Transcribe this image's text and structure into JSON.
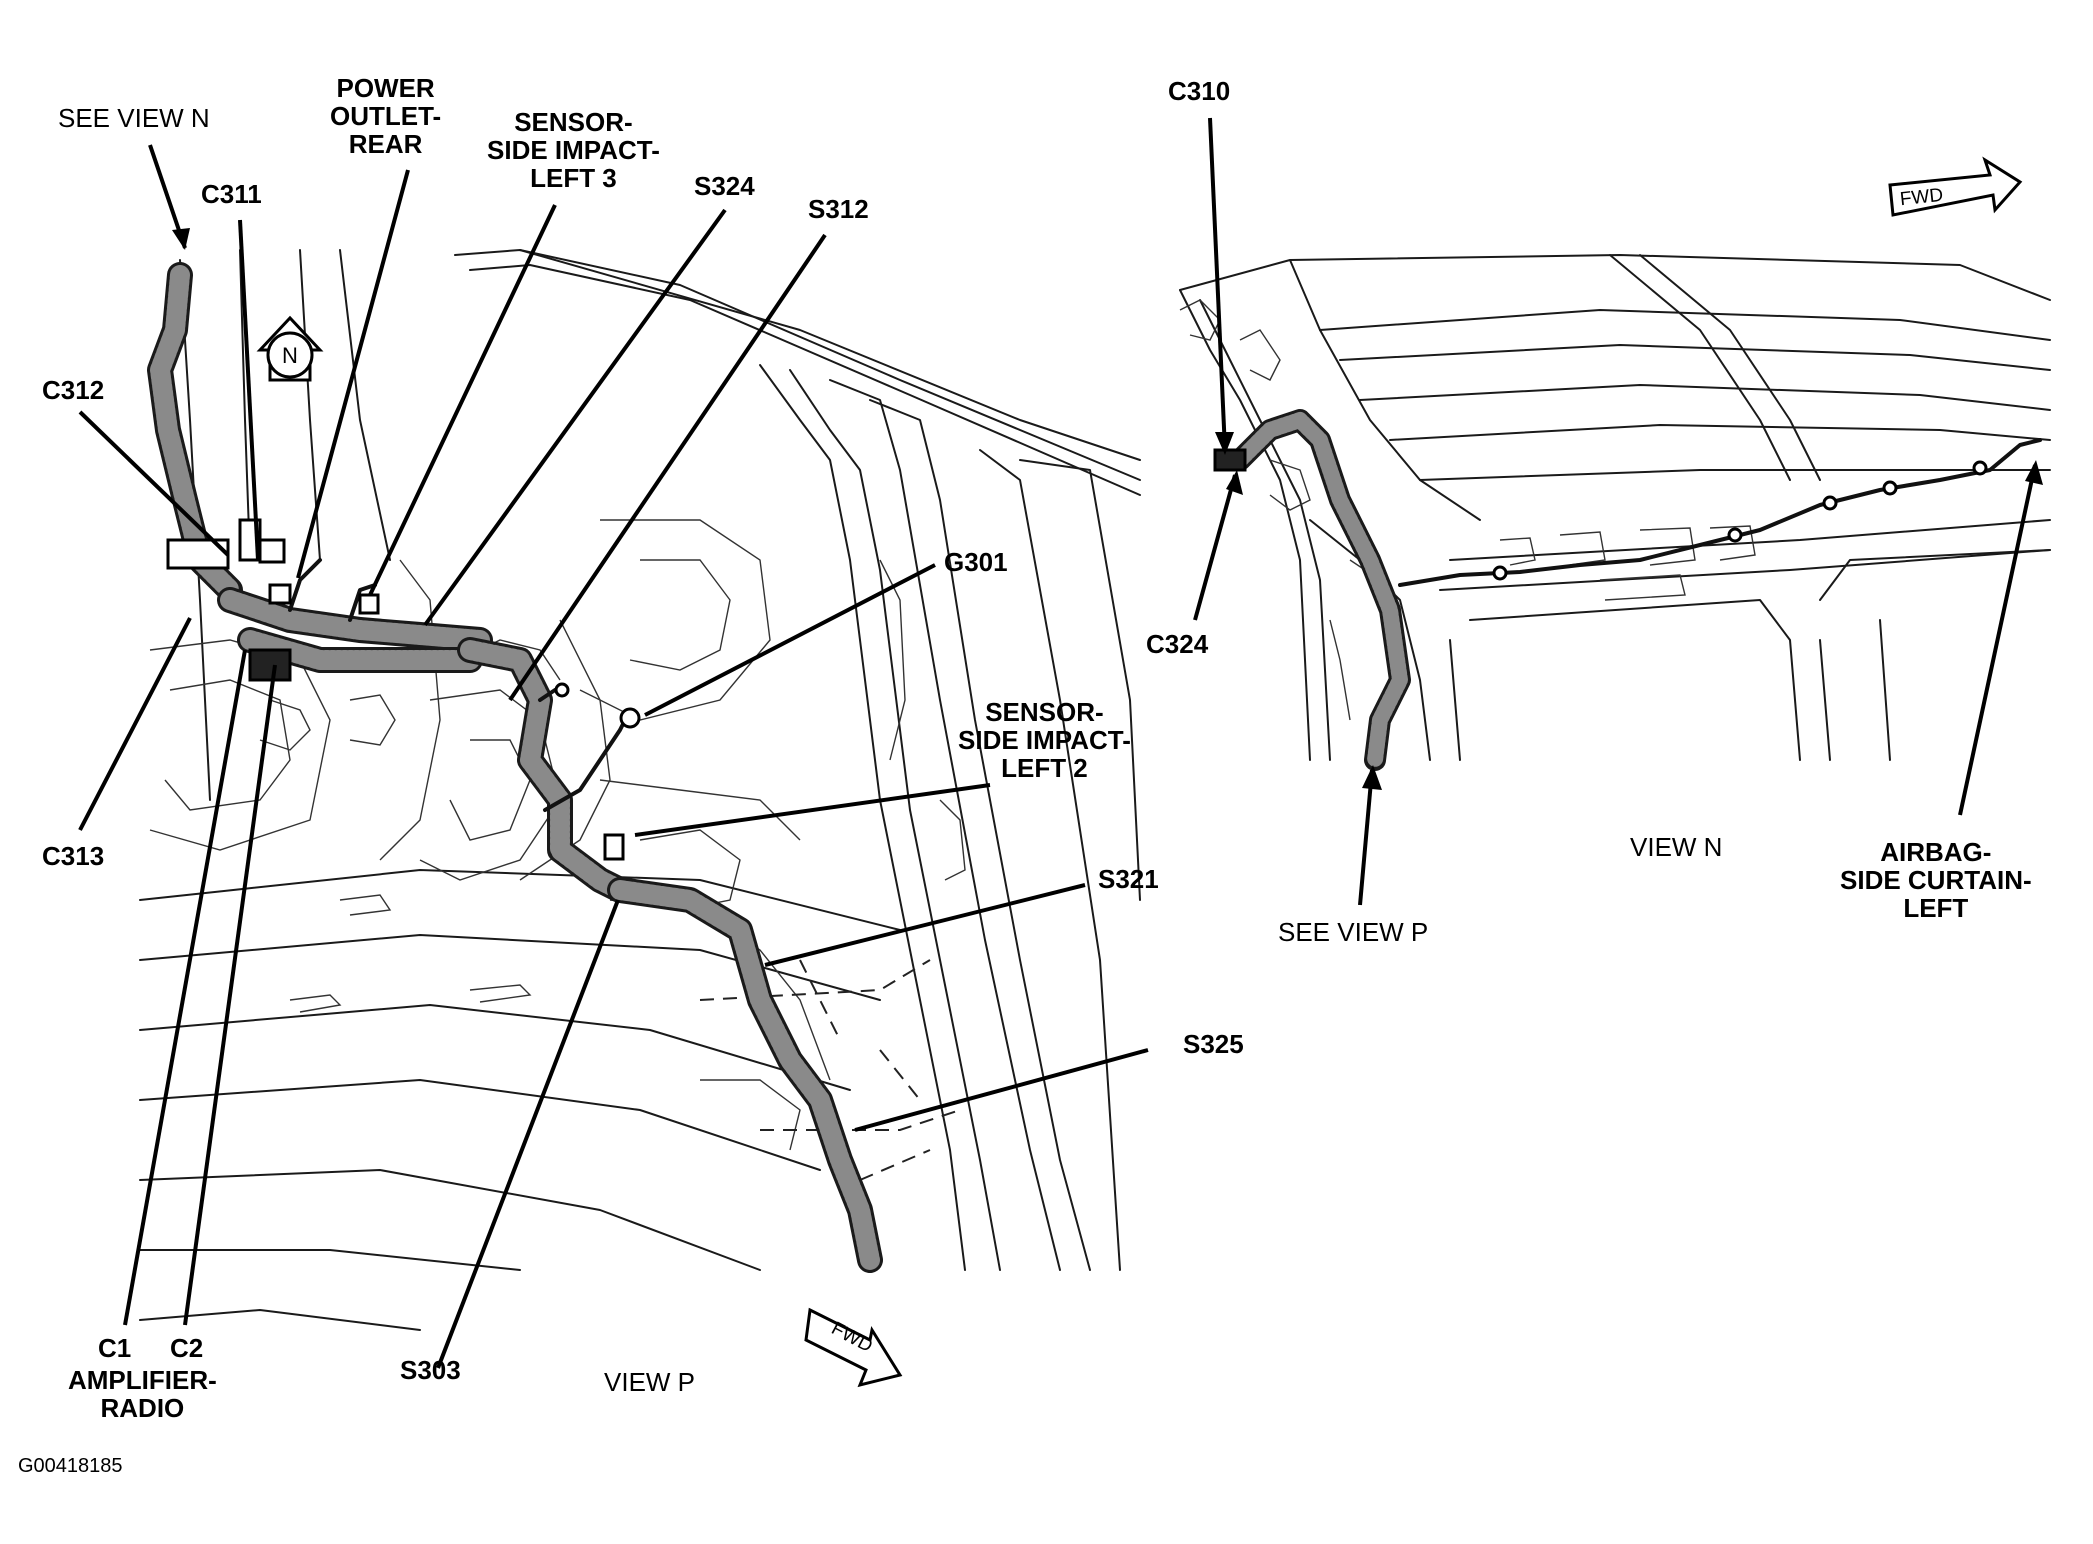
{
  "labels": {
    "see_view_n": "SEE VIEW N",
    "power_outlet_rear": [
      "POWER",
      "OUTLET-",
      "REAR"
    ],
    "sensor_left_3": [
      "SENSOR-",
      "SIDE IMPACT-",
      "LEFT 3"
    ],
    "s324": "S324",
    "s312": "S312",
    "c311": "C311",
    "c312": "C312",
    "c313": "C313",
    "g301": "G301",
    "sensor_left_2": [
      "SENSOR-",
      "SIDE IMPACT-",
      "LEFT 2"
    ],
    "s321": "S321",
    "s325": "S325",
    "s303": "S303",
    "c1": "C1",
    "c2": "C2",
    "amplifier_radio": [
      "AMPLIFIER-",
      "RADIO"
    ],
    "view_p": "VIEW P",
    "fwd": "FWD",
    "north_marker": "N",
    "c310": "C310",
    "c324": "C324",
    "see_view_p": "SEE VIEW P",
    "view_n": "VIEW N",
    "airbag_curtain": [
      "AIRBAG-",
      "SIDE CURTAIN-",
      "LEFT"
    ],
    "figure_id": "G00418185"
  }
}
